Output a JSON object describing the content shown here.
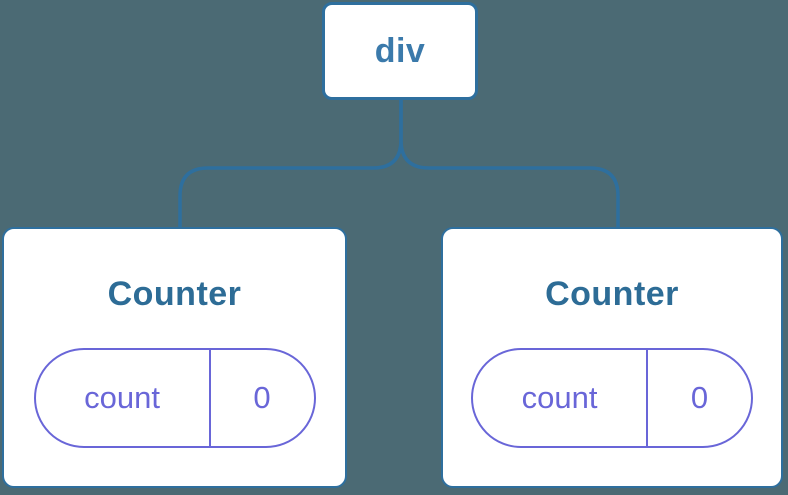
{
  "tree": {
    "root": {
      "label": "div"
    },
    "children": [
      {
        "title": "Counter",
        "state_key": "count",
        "state_value": "0"
      },
      {
        "title": "Counter",
        "state_key": "count",
        "state_value": "0"
      }
    ]
  },
  "colors": {
    "background": "#4B6A74",
    "node_fill": "#FFFFFF",
    "node_border_blue": "#2E6F9E",
    "connector_blue": "#2E6F9E",
    "root_label_blue": "#3B7AAB",
    "component_title_blue": "#2D6C96",
    "state_purple": "#6966D8"
  }
}
